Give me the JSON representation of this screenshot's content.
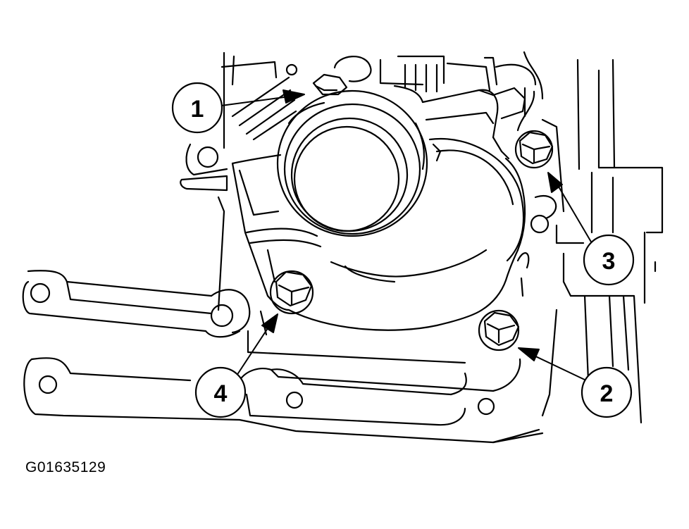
{
  "callouts": [
    {
      "label": "1"
    },
    {
      "label": "2"
    },
    {
      "label": "3"
    },
    {
      "label": "4"
    }
  ],
  "figure_id": "G01635129",
  "colors": {
    "line": "#000000",
    "background": "#ffffff"
  }
}
